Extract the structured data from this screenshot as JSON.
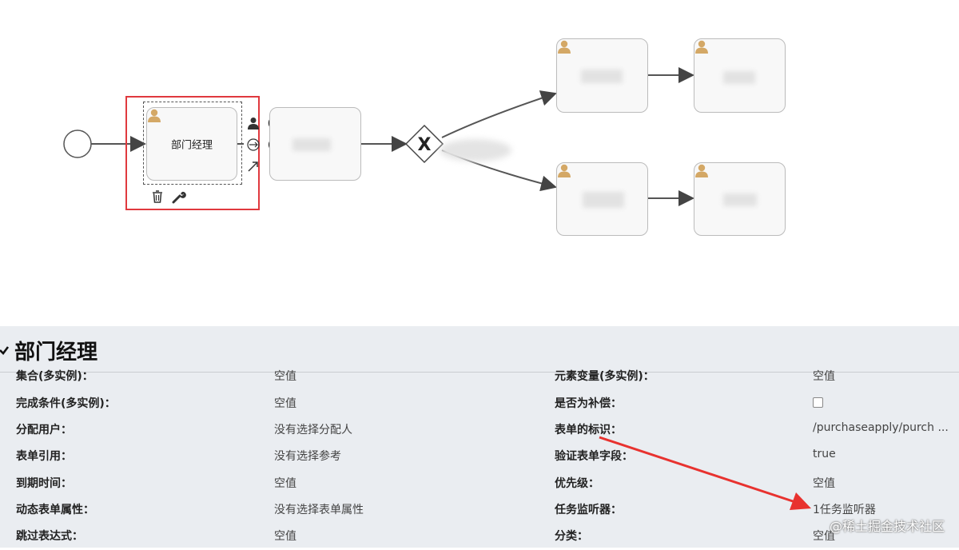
{
  "diagram": {
    "selected_task_label": "部门经理"
  },
  "panel": {
    "title": "部门经理",
    "left_rows": [
      {
        "label": "集合(多实例)：",
        "value": "空值"
      },
      {
        "label": "完成条件(多实例)：",
        "value": "空值"
      },
      {
        "label": "分配用户：",
        "value": "没有选择分配人"
      },
      {
        "label": "表单引用：",
        "value": "没有选择参考"
      },
      {
        "label": "到期时间：",
        "value": "空值"
      },
      {
        "label": "动态表单属性：",
        "value": "没有选择表单属性"
      },
      {
        "label": "跳过表达式：",
        "value": "空值"
      }
    ],
    "right_rows": [
      {
        "label": "元素变量(多实例)：",
        "value": "空值"
      },
      {
        "label": "是否为补偿：",
        "value": ""
      },
      {
        "label": "表单的标识：",
        "value": "/purchaseapply/purch ..."
      },
      {
        "label": "验证表单字段：",
        "value": "true"
      },
      {
        "label": "优先级：",
        "value": "空值"
      },
      {
        "label": "任务监听器：",
        "value": "1任务监听器"
      },
      {
        "label": "分类：",
        "value": "空值"
      }
    ]
  },
  "watermark": "@稀土掘金技术社区",
  "colors": {
    "selection": "#e0393e",
    "panel_bg": "#eaedf1",
    "user_icon": "#d4a866"
  }
}
